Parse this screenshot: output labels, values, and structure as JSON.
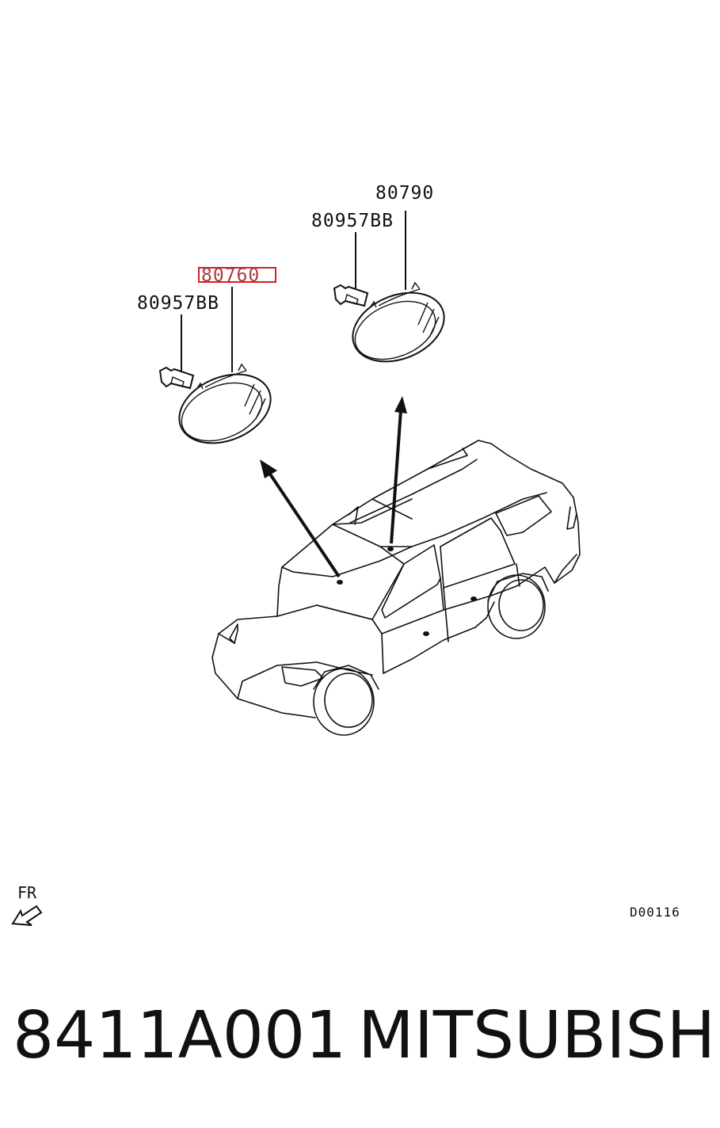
{
  "callouts": {
    "lamp_right_part": "80790",
    "bulb_right_part": "80957BB",
    "lamp_left_part": "80760",
    "bulb_left_part": "80957BB"
  },
  "highlight_color": "#d42026",
  "direction_label": "FR",
  "drawing_code": "D00116",
  "footer": {
    "part_number": "8411A001",
    "brand": "MITSUBISHI"
  }
}
